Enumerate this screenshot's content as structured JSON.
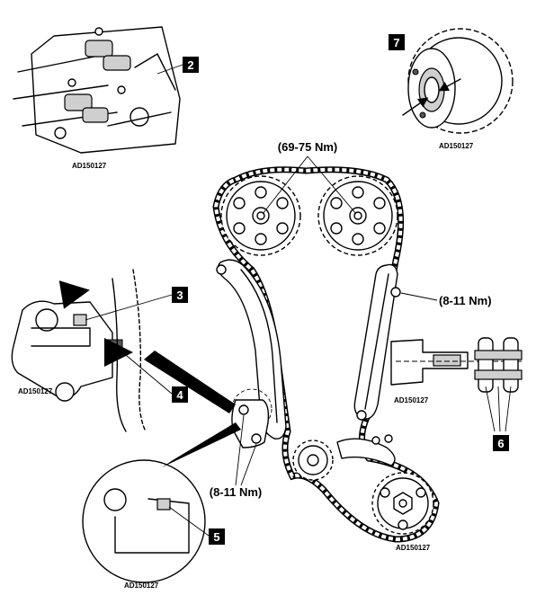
{
  "torque_labels": {
    "cam_bolts": "(69-75 Nm)",
    "guide_bolt": "(8-11 Nm)",
    "tensioner_bolts": "(8-11 Nm)"
  },
  "callouts": {
    "c2": "2",
    "c3": "3",
    "c4": "4",
    "c5": "5",
    "c6": "6",
    "c7": "7"
  },
  "image_codes": {
    "top_left": "AD150127",
    "top_right": "AD150127",
    "mid_left": "AD150127",
    "mid_right": "AD150127",
    "bottom_left": "AD150127",
    "bottom_center": "AD150127"
  },
  "colors": {
    "line": "#000000",
    "callout_bg": "#000000",
    "callout_text": "#ffffff"
  }
}
